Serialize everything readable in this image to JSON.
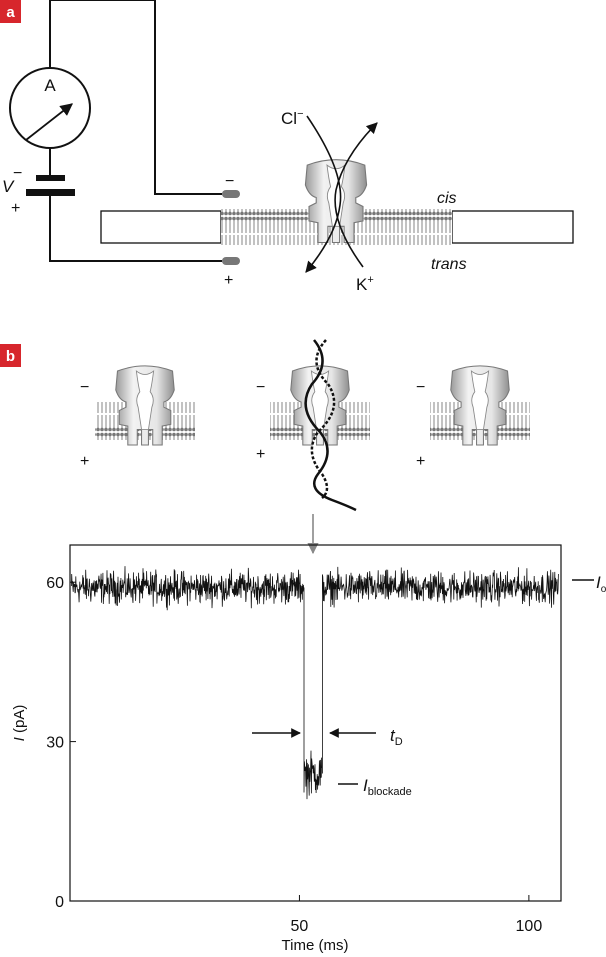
{
  "panel_a": {
    "badge": "a",
    "ammeter_label": "A",
    "voltage_label": "V",
    "battery_minus": "−",
    "battery_plus": "+",
    "electrode_minus": "−",
    "electrode_plus": "+",
    "cis_label": "cis",
    "trans_label": "trans",
    "chloride_label": "Cl",
    "chloride_charge": "−",
    "potassium_label": "K",
    "potassium_charge": "+"
  },
  "panel_b": {
    "badge": "b",
    "pore_signs": [
      {
        "minus": "−",
        "plus": "+"
      },
      {
        "minus": "−",
        "plus": "+"
      },
      {
        "minus": "−",
        "plus": "+"
      }
    ]
  },
  "chart_data": {
    "type": "line",
    "xlabel": "Time (ms)",
    "ylabel_italic": "I",
    "ylabel_unit": " (pA)",
    "xlim": [
      0,
      107
    ],
    "ylim": [
      0,
      67
    ],
    "x_ticks": [
      50,
      100
    ],
    "y_ticks": [
      0,
      30,
      60
    ],
    "open_current_pA": 59,
    "open_noise_pA": 3,
    "blockade_start_ms": 51,
    "blockade_end_ms": 55,
    "blockade_current_pA": 24,
    "blockade_noise_pA": 4,
    "annotations": {
      "open_level": {
        "italic": "I",
        "sub": "o"
      },
      "dwell_time": {
        "italic": "t",
        "sub": "D"
      },
      "blockade_level": {
        "italic": "I",
        "sub": "blockade"
      }
    }
  }
}
